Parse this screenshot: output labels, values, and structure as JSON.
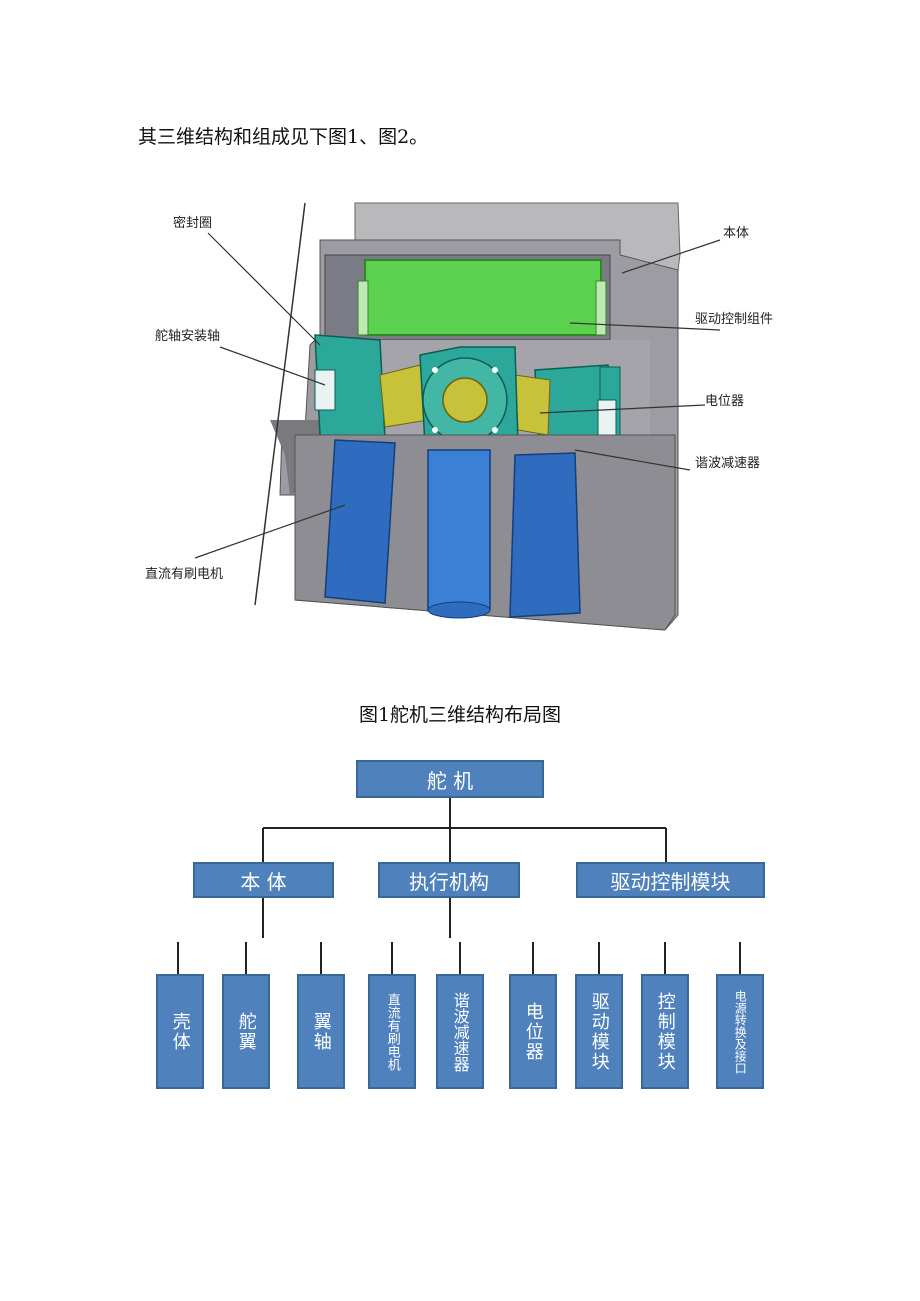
{
  "intro_text": "其三维结构和组成见下图1、图2。",
  "figure1": {
    "labels": {
      "seal_ring": "密封圈",
      "body": "本体",
      "drive_control_assembly": "驱动控制组件",
      "rudder_shaft": "舵轴安装轴",
      "potentiometer": "电位器",
      "harmonic_reducer": "谐波减速器",
      "dc_motor": "直流有刷电机"
    },
    "caption": "图1舵机三维结构布局图"
  },
  "figure2": {
    "root": "舵 机",
    "level1": [
      "本 体",
      "执行机构",
      "驱动控制模块"
    ],
    "level2": [
      "壳体",
      "舵翼",
      "翼轴",
      "直流有刷电机",
      "谐波减速器",
      "电位器",
      "驱动模块",
      "控制模块",
      "电源转换及接口"
    ]
  }
}
